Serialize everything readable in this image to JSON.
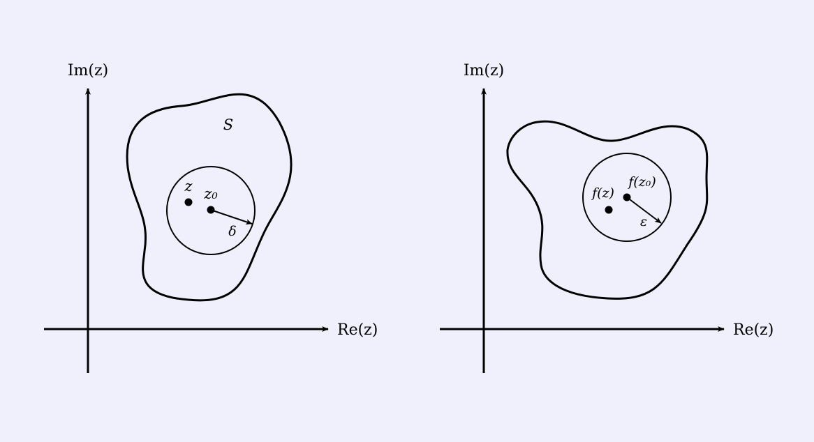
{
  "colors": {
    "background": "#f0f0fc",
    "ink": "#000000"
  },
  "left_panel": {
    "axis_y_label": "Im(z)",
    "axis_x_label": "Re(z)",
    "region_label": "S",
    "point_z_label": "z",
    "point_z0_label": "z₀",
    "radius_label": "δ"
  },
  "right_panel": {
    "axis_y_label": "Im(z)",
    "axis_x_label": "Re(z)",
    "point_fz_label": "f(z)",
    "point_fz0_label": "f(z₀)",
    "radius_label": "ε"
  }
}
